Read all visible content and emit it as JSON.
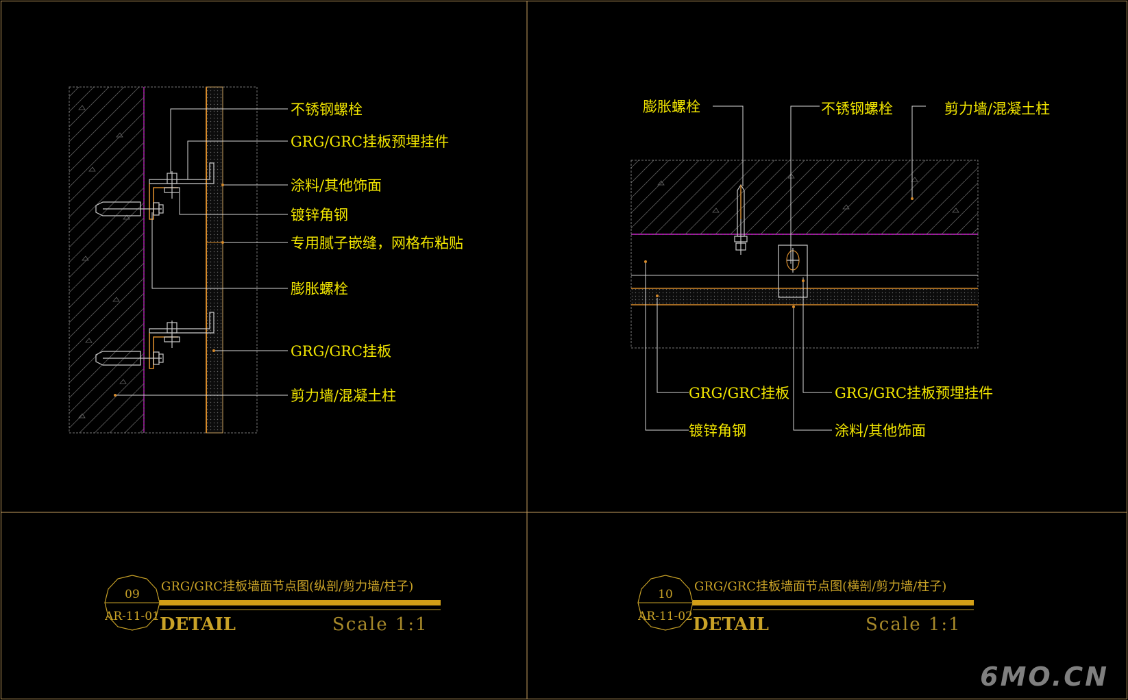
{
  "left": {
    "labels": {
      "bolt_ss": "不锈钢螺栓",
      "embed": "GRG/GRC挂板预埋挂件",
      "finish": "涂料/其他饰面",
      "angle": "镀锌角钢",
      "putty": "专用腻子嵌缝，网格布粘贴",
      "exp_bolt": "膨胀螺栓",
      "panel": "GRG/GRC挂板",
      "wall": "剪力墙/混凝土柱"
    },
    "title": {
      "number": "09",
      "sheet": "AR-11-01",
      "name": "GRG/GRC挂板墙面节点图(纵剖/剪力墙/柱子)",
      "detail": "DETAIL",
      "scale": "Scale 1:1"
    }
  },
  "right": {
    "labels": {
      "exp_bolt": "膨胀螺栓",
      "bolt_ss": "不锈钢螺栓",
      "wall": "剪力墙/混凝土柱",
      "panel": "GRG/GRC挂板",
      "embed": "GRG/GRC挂板预埋挂件",
      "angle": "镀锌角钢",
      "finish": "涂料/其他饰面"
    },
    "title": {
      "number": "10",
      "sheet": "AR-11-02",
      "name": "GRG/GRC挂板墙面节点图(横剖/剪力墙/柱子)",
      "detail": "DETAIL",
      "scale": "Scale 1:1"
    }
  },
  "watermark": "6MO.CN",
  "colors": {
    "background": "#000000",
    "label": "#f2e600",
    "frame": "#c8a060",
    "leader": "#d8d8d8",
    "magenta": "#c000c0",
    "title_gold": "#c9a227",
    "title_bar": "#d4a017"
  }
}
